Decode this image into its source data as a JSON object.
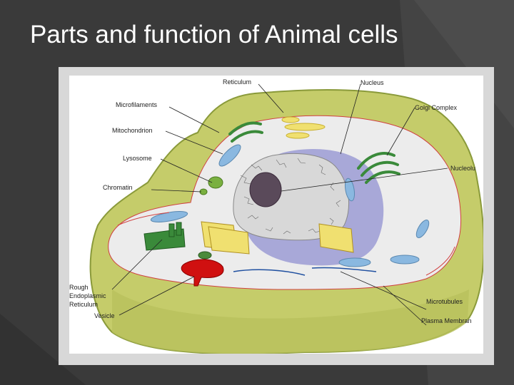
{
  "slide": {
    "title": "Parts and function of Animal cells"
  },
  "diagram": {
    "labels": {
      "reticulum": "Reticulum",
      "nucleus": "Nucleus",
      "microfilaments": "Microfilaments",
      "golgi_complex": "Golgi Complex",
      "mitochondrion": "Mitochondrion",
      "lysosome": "Lysosome",
      "nucleolus": "Nucleolu",
      "chromatin": "Chromatin",
      "rough_er_line1": "Rough",
      "rough_er_line2": "Endoplasmic",
      "rough_er_line3": "Reticulum",
      "vesicle": "Vesicle",
      "microtubules": "Microtubules",
      "plasma_membrane": "Plasma Membran"
    },
    "colors": {
      "cytoplasm": "#c5cc6a",
      "cytoplasm_edge": "#8a9a3a",
      "interior": "#ececec",
      "nuclear_envelope": "#a8a8d8",
      "nucleolus": "#5a4a5a",
      "golgi": "#3a8a3a",
      "mitochondria": "#8ab8e0",
      "vesicle": "#d01010",
      "smooth_er": "#f0e070"
    }
  }
}
